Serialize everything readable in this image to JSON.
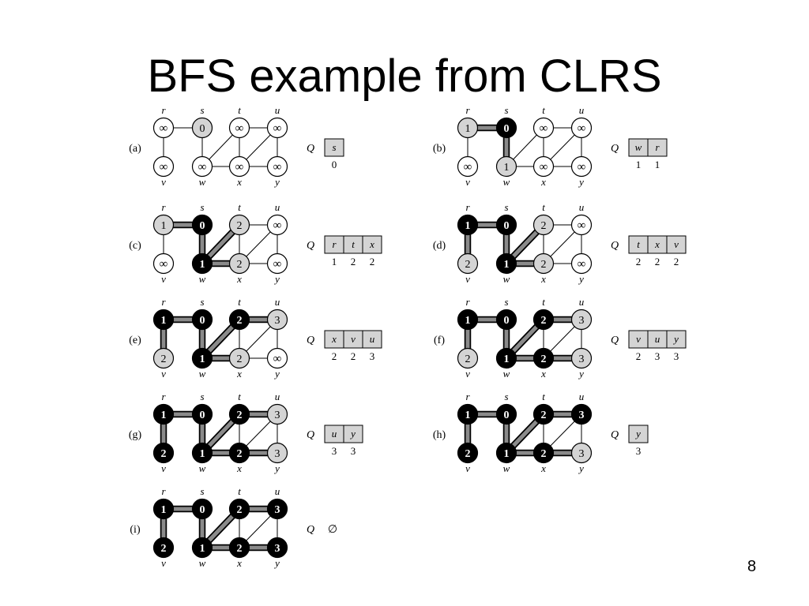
{
  "slide": {
    "title": "BFS example from CLRS",
    "page_number": "8"
  },
  "queue_label": "Q",
  "empty_queue_symbol": "∅",
  "vertex_labels": {
    "r": "r",
    "s": "s",
    "t": "t",
    "u": "u",
    "v": "v",
    "w": "w",
    "x": "x",
    "y": "y"
  },
  "graph_edges": [
    [
      "r",
      "s"
    ],
    [
      "r",
      "v"
    ],
    [
      "s",
      "w"
    ],
    [
      "w",
      "t"
    ],
    [
      "w",
      "x"
    ],
    [
      "t",
      "x"
    ],
    [
      "t",
      "u"
    ],
    [
      "x",
      "u"
    ],
    [
      "x",
      "y"
    ],
    [
      "u",
      "y"
    ]
  ],
  "colors": {
    "white": "#ffffff",
    "gray": "#d4d4d4",
    "black": "#000000",
    "tree_edge": "#8a8a8a"
  },
  "panels": [
    {
      "label": "(a)",
      "distances": {
        "r": "∞",
        "s": "0",
        "t": "∞",
        "u": "∞",
        "v": "∞",
        "w": "∞",
        "x": "∞",
        "y": "∞"
      },
      "colors": {
        "r": "white",
        "s": "gray",
        "t": "white",
        "u": "white",
        "v": "white",
        "w": "white",
        "x": "white",
        "y": "white"
      },
      "tree_edges": [],
      "queue": [
        {
          "vertex": "s",
          "d": "0"
        }
      ]
    },
    {
      "label": "(b)",
      "distances": {
        "r": "1",
        "s": "0",
        "t": "∞",
        "u": "∞",
        "v": "∞",
        "w": "1",
        "x": "∞",
        "y": "∞"
      },
      "colors": {
        "r": "gray",
        "s": "black",
        "t": "white",
        "u": "white",
        "v": "white",
        "w": "gray",
        "x": "white",
        "y": "white"
      },
      "tree_edges": [
        [
          "r",
          "s"
        ],
        [
          "s",
          "w"
        ]
      ],
      "queue": [
        {
          "vertex": "w",
          "d": "1"
        },
        {
          "vertex": "r",
          "d": "1"
        }
      ]
    },
    {
      "label": "(c)",
      "distances": {
        "r": "1",
        "s": "0",
        "t": "2",
        "u": "∞",
        "v": "∞",
        "w": "1",
        "x": "2",
        "y": "∞"
      },
      "colors": {
        "r": "gray",
        "s": "black",
        "t": "gray",
        "u": "white",
        "v": "white",
        "w": "black",
        "x": "gray",
        "y": "white"
      },
      "tree_edges": [
        [
          "r",
          "s"
        ],
        [
          "s",
          "w"
        ],
        [
          "w",
          "t"
        ],
        [
          "w",
          "x"
        ]
      ],
      "queue": [
        {
          "vertex": "r",
          "d": "1"
        },
        {
          "vertex": "t",
          "d": "2"
        },
        {
          "vertex": "x",
          "d": "2"
        }
      ]
    },
    {
      "label": "(d)",
      "distances": {
        "r": "1",
        "s": "0",
        "t": "2",
        "u": "∞",
        "v": "2",
        "w": "1",
        "x": "2",
        "y": "∞"
      },
      "colors": {
        "r": "black",
        "s": "black",
        "t": "gray",
        "u": "white",
        "v": "gray",
        "w": "black",
        "x": "gray",
        "y": "white"
      },
      "tree_edges": [
        [
          "r",
          "s"
        ],
        [
          "s",
          "w"
        ],
        [
          "w",
          "t"
        ],
        [
          "w",
          "x"
        ],
        [
          "r",
          "v"
        ]
      ],
      "queue": [
        {
          "vertex": "t",
          "d": "2"
        },
        {
          "vertex": "x",
          "d": "2"
        },
        {
          "vertex": "v",
          "d": "2"
        }
      ]
    },
    {
      "label": "(e)",
      "distances": {
        "r": "1",
        "s": "0",
        "t": "2",
        "u": "3",
        "v": "2",
        "w": "1",
        "x": "2",
        "y": "∞"
      },
      "colors": {
        "r": "black",
        "s": "black",
        "t": "black",
        "u": "gray",
        "v": "gray",
        "w": "black",
        "x": "gray",
        "y": "white"
      },
      "tree_edges": [
        [
          "r",
          "s"
        ],
        [
          "s",
          "w"
        ],
        [
          "w",
          "t"
        ],
        [
          "w",
          "x"
        ],
        [
          "r",
          "v"
        ],
        [
          "t",
          "u"
        ]
      ],
      "queue": [
        {
          "vertex": "x",
          "d": "2"
        },
        {
          "vertex": "v",
          "d": "2"
        },
        {
          "vertex": "u",
          "d": "3"
        }
      ]
    },
    {
      "label": "(f)",
      "distances": {
        "r": "1",
        "s": "0",
        "t": "2",
        "u": "3",
        "v": "2",
        "w": "1",
        "x": "2",
        "y": "3"
      },
      "colors": {
        "r": "black",
        "s": "black",
        "t": "black",
        "u": "gray",
        "v": "gray",
        "w": "black",
        "x": "black",
        "y": "gray"
      },
      "tree_edges": [
        [
          "r",
          "s"
        ],
        [
          "s",
          "w"
        ],
        [
          "w",
          "t"
        ],
        [
          "w",
          "x"
        ],
        [
          "r",
          "v"
        ],
        [
          "t",
          "u"
        ],
        [
          "x",
          "y"
        ]
      ],
      "queue": [
        {
          "vertex": "v",
          "d": "2"
        },
        {
          "vertex": "u",
          "d": "3"
        },
        {
          "vertex": "y",
          "d": "3"
        }
      ]
    },
    {
      "label": "(g)",
      "distances": {
        "r": "1",
        "s": "0",
        "t": "2",
        "u": "3",
        "v": "2",
        "w": "1",
        "x": "2",
        "y": "3"
      },
      "colors": {
        "r": "black",
        "s": "black",
        "t": "black",
        "u": "gray",
        "v": "black",
        "w": "black",
        "x": "black",
        "y": "gray"
      },
      "tree_edges": [
        [
          "r",
          "s"
        ],
        [
          "s",
          "w"
        ],
        [
          "w",
          "t"
        ],
        [
          "w",
          "x"
        ],
        [
          "r",
          "v"
        ],
        [
          "t",
          "u"
        ],
        [
          "x",
          "y"
        ]
      ],
      "queue": [
        {
          "vertex": "u",
          "d": "3"
        },
        {
          "vertex": "y",
          "d": "3"
        }
      ]
    },
    {
      "label": "(h)",
      "distances": {
        "r": "1",
        "s": "0",
        "t": "2",
        "u": "3",
        "v": "2",
        "w": "1",
        "x": "2",
        "y": "3"
      },
      "colors": {
        "r": "black",
        "s": "black",
        "t": "black",
        "u": "black",
        "v": "black",
        "w": "black",
        "x": "black",
        "y": "gray"
      },
      "tree_edges": [
        [
          "r",
          "s"
        ],
        [
          "s",
          "w"
        ],
        [
          "w",
          "t"
        ],
        [
          "w",
          "x"
        ],
        [
          "r",
          "v"
        ],
        [
          "t",
          "u"
        ],
        [
          "x",
          "y"
        ]
      ],
      "queue": [
        {
          "vertex": "y",
          "d": "3"
        }
      ]
    },
    {
      "label": "(i)",
      "distances": {
        "r": "1",
        "s": "0",
        "t": "2",
        "u": "3",
        "v": "2",
        "w": "1",
        "x": "2",
        "y": "3"
      },
      "colors": {
        "r": "black",
        "s": "black",
        "t": "black",
        "u": "black",
        "v": "black",
        "w": "black",
        "x": "black",
        "y": "black"
      },
      "tree_edges": [
        [
          "r",
          "s"
        ],
        [
          "s",
          "w"
        ],
        [
          "w",
          "t"
        ],
        [
          "w",
          "x"
        ],
        [
          "r",
          "v"
        ],
        [
          "t",
          "u"
        ],
        [
          "x",
          "y"
        ]
      ],
      "queue": []
    }
  ]
}
